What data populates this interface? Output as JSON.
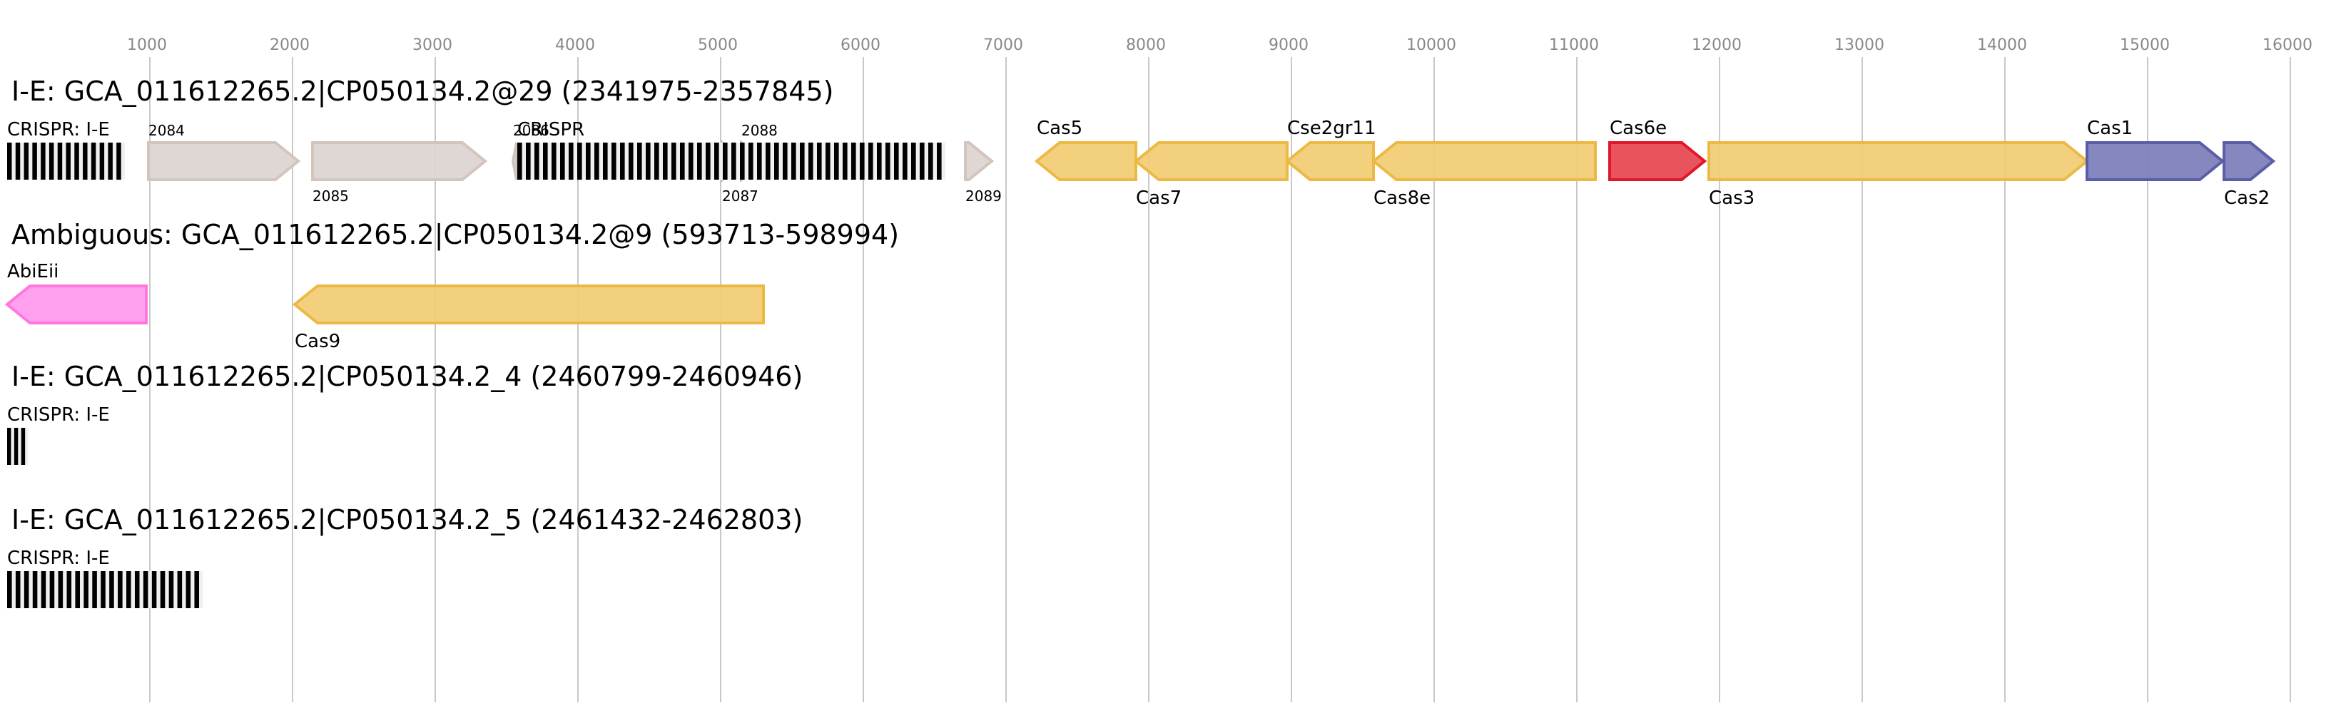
{
  "chart_data": {
    "type": "gene-map",
    "axis": {
      "unit": "bp",
      "range": [
        0,
        16000
      ],
      "ticks": [
        1000,
        2000,
        3000,
        4000,
        5000,
        6000,
        7000,
        8000,
        9000,
        10000,
        11000,
        12000,
        13000,
        14000,
        15000,
        16000
      ],
      "tick_labels": [
        "1000",
        "2000",
        "3000",
        "4000",
        "5000",
        "6000",
        "7000",
        "8000",
        "9000",
        "10000",
        "11000",
        "12000",
        "13000",
        "14000",
        "15000",
        "16000"
      ],
      "grid": true
    },
    "palette": {
      "cas_core": {
        "fill": "#f1cc73",
        "stroke": "#ecb945"
      },
      "unknown": {
        "fill": "#dcd4cf",
        "stroke": "#d2c5bd"
      },
      "cas6": {
        "fill": "#e6444f",
        "stroke": "#e0172a"
      },
      "adaptation": {
        "fill": "#7b7db8",
        "stroke": "#5a5ea8"
      },
      "abi": {
        "fill": "#ff99ee",
        "stroke": "#ff77dd"
      },
      "crispr_repeat": "#000000",
      "crispr_spacer": "#f0f0f0"
    },
    "tracks": [
      {
        "title": "I-E: GCA_011612265.2|CP050134.2@29 (2341975-2357845)",
        "features": [
          {
            "kind": "crispr",
            "label": "CRISPR: I-E",
            "start": 0,
            "end": 825,
            "repeats": 14,
            "label_pos": "top"
          },
          {
            "kind": "gene",
            "label": "2084",
            "start": 990,
            "end": 2040,
            "strand": "+",
            "class": "unknown",
            "label_pos": "top",
            "label_size": "small"
          },
          {
            "kind": "gene",
            "label": "2085",
            "start": 2140,
            "end": 3350,
            "strand": "+",
            "class": "unknown",
            "label_pos": "bottom",
            "label_size": "small"
          },
          {
            "kind": "gene",
            "label": "2086",
            "start": 3545,
            "end": 3570,
            "strand": "-",
            "class": "unknown",
            "label_pos": "top",
            "label_size": "small"
          },
          {
            "kind": "gene",
            "label": "2087",
            "start": 5010,
            "end": 5100,
            "strand": "+",
            "class": "unknown",
            "label_pos": "bottom",
            "label_size": "small"
          },
          {
            "kind": "gene",
            "label": "2088",
            "start": 5145,
            "end": 5300,
            "strand": "+",
            "class": "unknown",
            "label_pos": "top",
            "label_size": "small"
          },
          {
            "kind": "crispr",
            "label": "CRISPR",
            "start": 3575,
            "end": 6575,
            "repeats": 50,
            "label_pos": "top"
          },
          {
            "kind": "gene",
            "label": "2089",
            "start": 6715,
            "end": 6900,
            "strand": "+",
            "class": "unknown",
            "label_pos": "bottom",
            "label_size": "small"
          },
          {
            "kind": "gene",
            "label": "Cas5",
            "start": 7215,
            "end": 7910,
            "strand": "-",
            "class": "cas_core",
            "label_pos": "top"
          },
          {
            "kind": "gene",
            "label": "Cas7",
            "start": 7910,
            "end": 8970,
            "strand": "-",
            "class": "cas_core",
            "label_pos": "bottom"
          },
          {
            "kind": "gene",
            "label": "Cse2gr11",
            "start": 8970,
            "end": 9575,
            "strand": "-",
            "class": "cas_core",
            "label_pos": "top"
          },
          {
            "kind": "gene",
            "label": "Cas8e",
            "start": 9575,
            "end": 11130,
            "strand": "-",
            "class": "cas_core",
            "label_pos": "bottom"
          },
          {
            "kind": "gene",
            "label": "Cas6e",
            "start": 11230,
            "end": 11895,
            "strand": "+",
            "class": "cas6",
            "label_pos": "top"
          },
          {
            "kind": "gene",
            "label": "Cas3",
            "start": 11925,
            "end": 14575,
            "strand": "+",
            "class": "cas_core",
            "label_pos": "bottom"
          },
          {
            "kind": "gene",
            "label": "Cas1",
            "start": 14575,
            "end": 15525,
            "strand": "+",
            "class": "adaptation",
            "label_pos": "top"
          },
          {
            "kind": "gene",
            "label": "Cas2",
            "start": 15535,
            "end": 15880,
            "strand": "+",
            "class": "adaptation",
            "label_pos": "bottom"
          }
        ]
      },
      {
        "title": "Ambiguous: GCA_011612265.2|CP050134.2@9 (593713-598994)",
        "features": [
          {
            "kind": "gene",
            "label": "AbiEii",
            "start": 0,
            "end": 975,
            "strand": "-",
            "class": "abi",
            "label_pos": "top"
          },
          {
            "kind": "gene",
            "label": "Cas9",
            "start": 2015,
            "end": 5300,
            "strand": "-",
            "class": "cas_core",
            "label_pos": "bottom"
          }
        ]
      },
      {
        "title": "I-E: GCA_011612265.2|CP050134.2_4 (2460799-2460946)",
        "features": [
          {
            "kind": "crispr",
            "label": "CRISPR: I-E",
            "start": 0,
            "end": 148,
            "repeats": 3,
            "label_pos": "top"
          }
        ]
      },
      {
        "title": "I-E: GCA_011612265.2|CP050134.2_5 (2461432-2462803)",
        "features": [
          {
            "kind": "crispr",
            "label": "CRISPR: I-E",
            "start": 0,
            "end": 1372,
            "repeats": 23,
            "label_pos": "top"
          }
        ]
      }
    ]
  }
}
